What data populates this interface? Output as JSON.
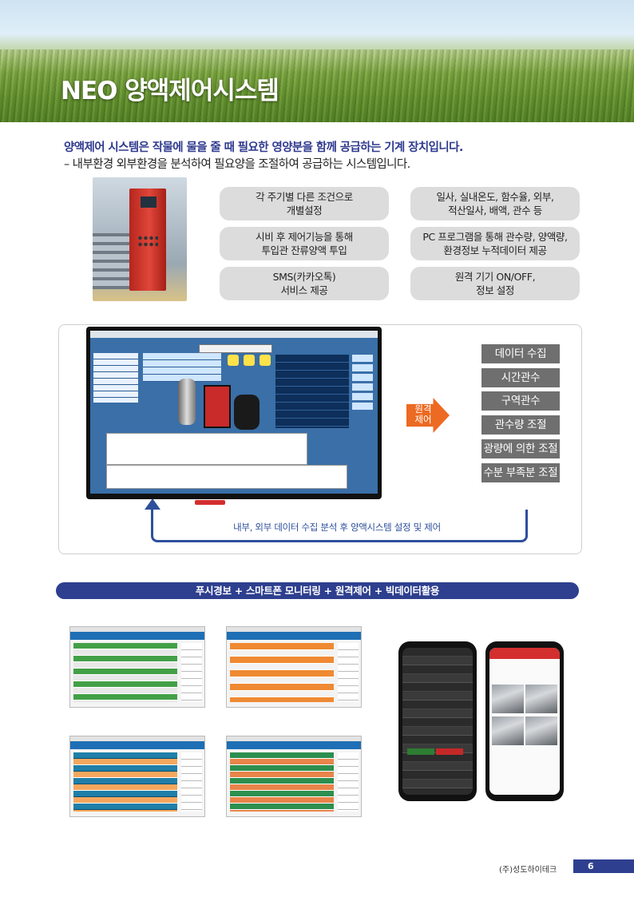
{
  "header": {
    "title": "NEO 양액제어시스템"
  },
  "intro": {
    "lead": "양액제어 시스템은 작물에 물을 줄 때 필요한 영양분을 함께 공급하는 기계 장치입니다.",
    "sub": "– 내부환경 외부환경을 분석하여 필요양을 조절하여 공급하는 시스템입니다."
  },
  "features": [
    {
      "text": "각 주기별 다른 조건으로\n개별설정"
    },
    {
      "text": "일사, 실내온도, 함수율, 외부,\n적산일사, 배액, 관수 등"
    },
    {
      "text": "시비 후 제어기능을 통해\n투입관 잔류양액 투입"
    },
    {
      "text": "PC 프로그램을 통해 관수량, 양액량,\n환경정보 누적데이터 제공"
    },
    {
      "text": "SMS(카카오톡)\n서비스 제공"
    },
    {
      "text": "원격 기기 ON/OFF,\n정보 설정"
    }
  ],
  "control": {
    "remote_label": "원격\n제어",
    "functions": [
      "데이터 수집",
      "시간관수",
      "구역관수",
      "관수량 조절",
      "광량에 의한 조절",
      "수분 부족분 조절"
    ],
    "flow_caption": "내부, 외부 데이터 수집 분석 후 양액시스템 설정 및 제어"
  },
  "banner": {
    "text": "푸시경보 + 스마트폰 모니터링 + 원격제어 + 빅데이터활용"
  },
  "colors": {
    "brand_navy": "#2e3f8f",
    "remote_orange": "#ec6a22",
    "feature_gray": "#6f6f6f"
  },
  "footer": {
    "company": "(주)성도하이테크",
    "page": "6"
  }
}
